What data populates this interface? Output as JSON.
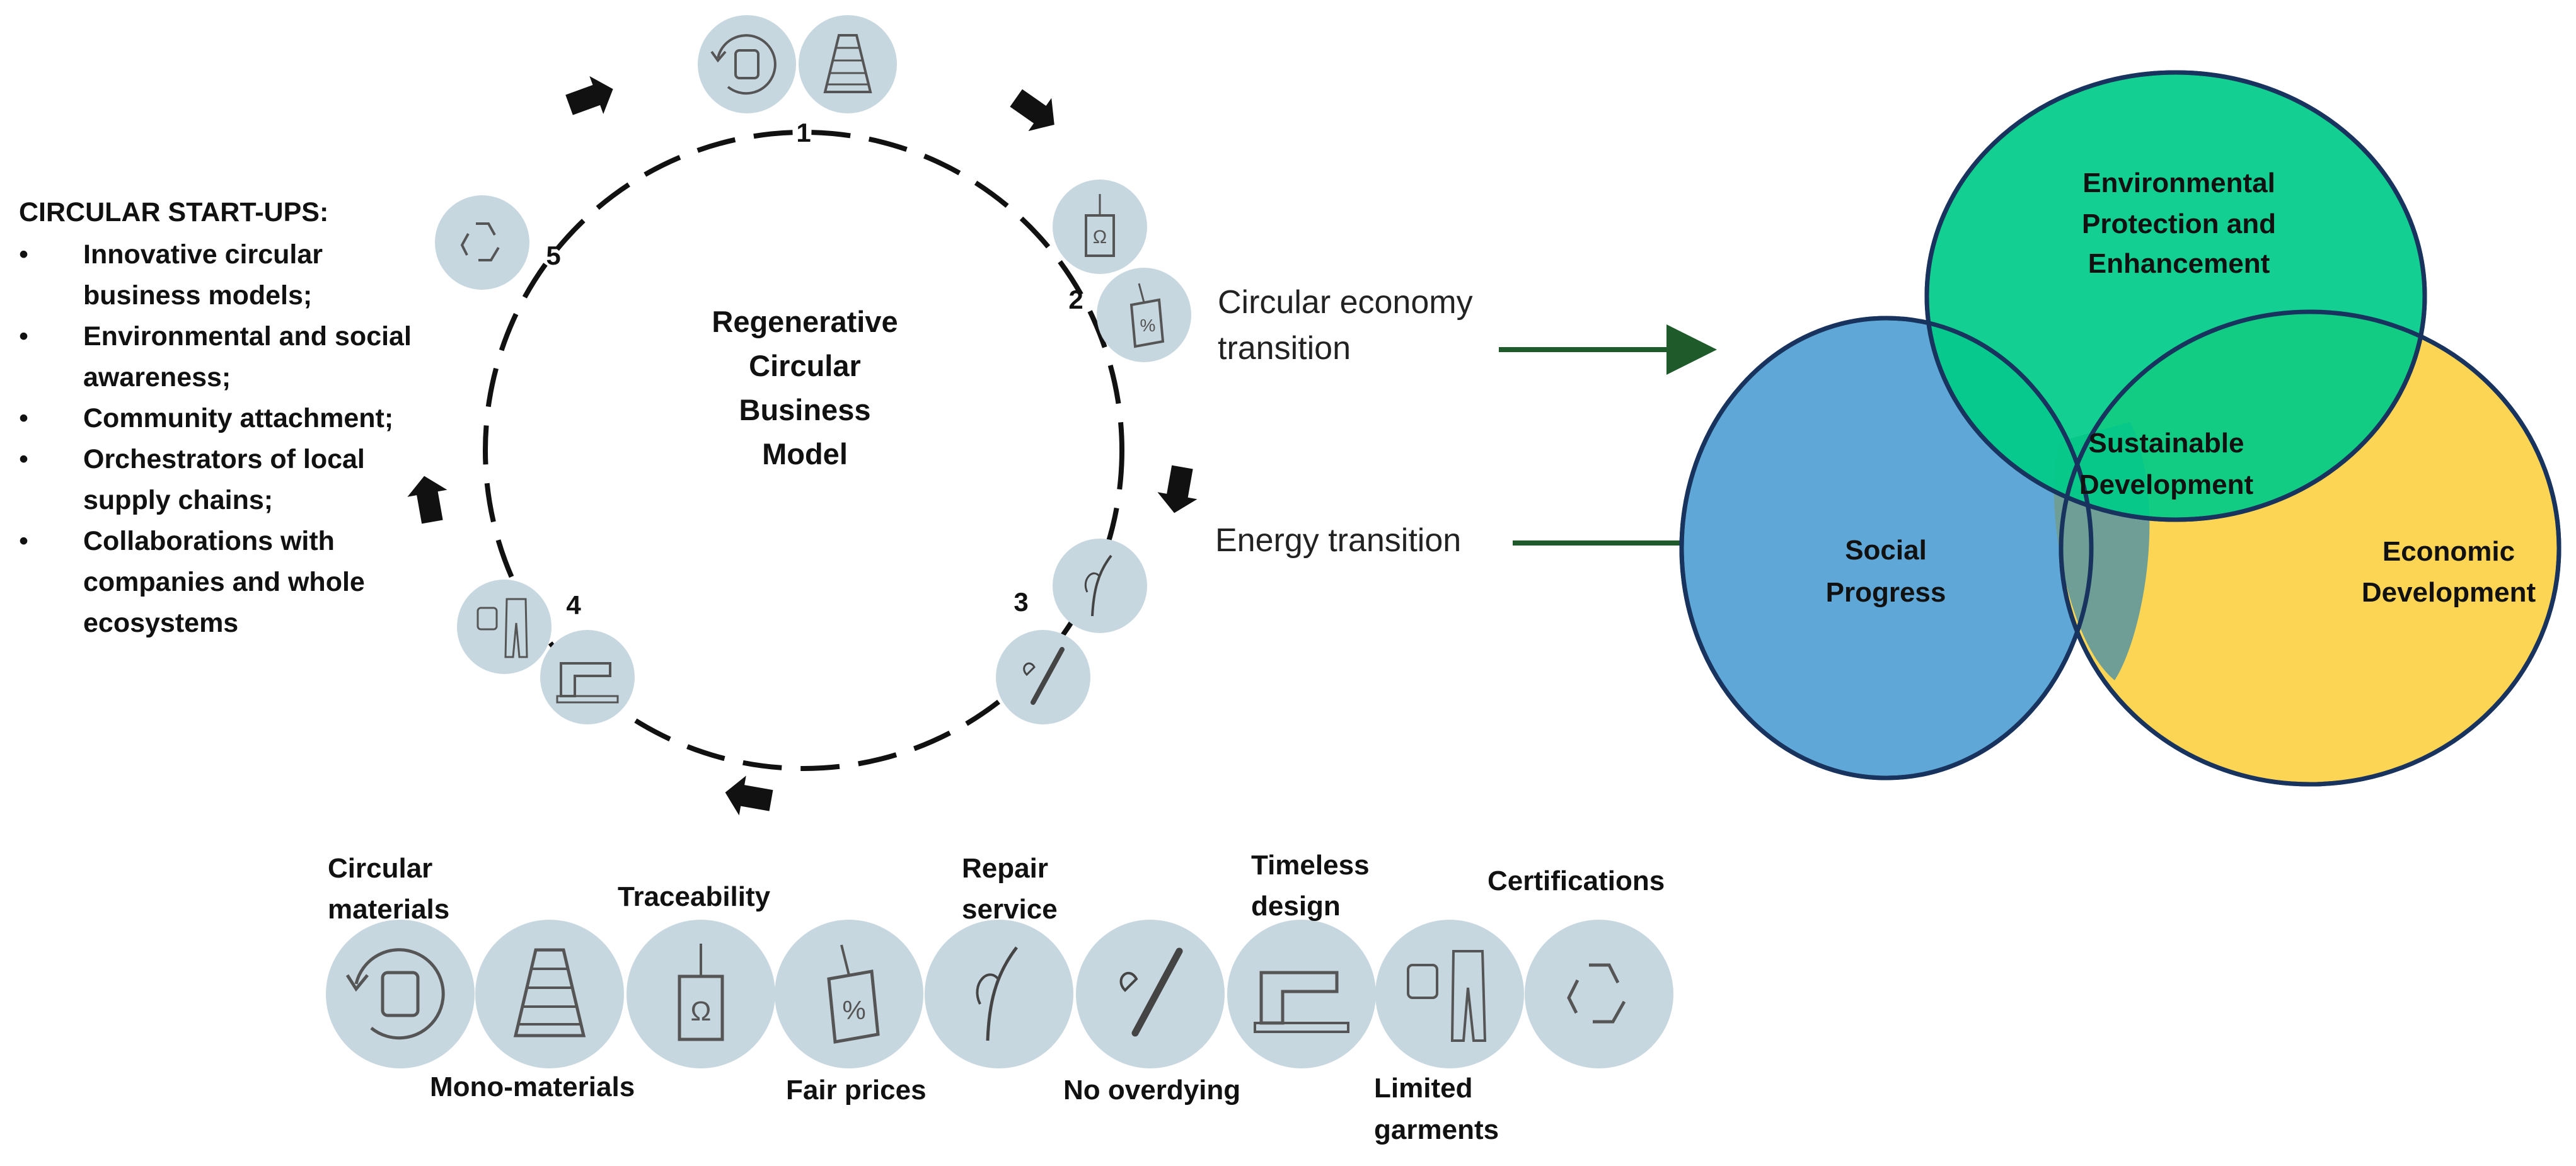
{
  "startups": {
    "header": "CIRCULAR START-UPS:",
    "items": [
      "Innovative circular business models;",
      "Environmental and social awareness;",
      "Community attachment;",
      "Orchestrators of local supply chains;",
      "Collaborations with companies and whole ecosystems"
    ]
  },
  "cycle": {
    "title_lines": [
      "Regenerative",
      "Circular",
      "Business",
      "Model"
    ],
    "numbers": [
      "1",
      "2",
      "3",
      "4",
      "5"
    ]
  },
  "transitions": {
    "circular_lines": [
      "Circular economy",
      "transition"
    ],
    "energy": "Energy transition"
  },
  "venn": {
    "environmental_lines": [
      "Environmental",
      "Protection and",
      "Enhancement"
    ],
    "social_lines": [
      "Social",
      "Progress"
    ],
    "economic_lines": [
      "Economic",
      "Development"
    ],
    "center_lines": [
      "Sustainable",
      "Development"
    ],
    "colors": {
      "environmental": "#00cc88",
      "social": "#5ea7d6",
      "economic": "#fdd555",
      "outline": "#17335e"
    }
  },
  "practices": {
    "circular_materials_lines": [
      "Circular",
      "materials"
    ],
    "mono_materials": "Mono-materials",
    "traceability": "Traceability",
    "fair_prices": "Fair prices",
    "repair_service_lines": [
      "Repair",
      "service"
    ],
    "no_overdying": "No overdying",
    "timeless_design_lines": [
      "Timeless",
      "design"
    ],
    "limited_garments_lines": [
      "Limited",
      "garments"
    ],
    "certifications": "Certifications"
  },
  "icon_color": "#c7d7e0"
}
